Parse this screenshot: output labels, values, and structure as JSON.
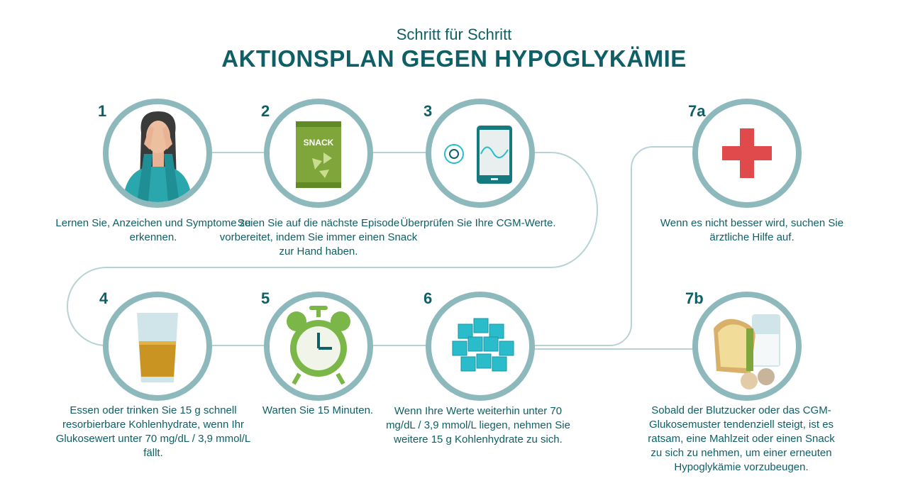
{
  "header": {
    "subtitle": "Schritt für Schritt",
    "title": "AKTIONSPLAN GEGEN HYPOGLYKÄMIE"
  },
  "colors": {
    "ring": "#8db9bc",
    "text": "#0e5f66",
    "snack_green": "#7fa63a",
    "clock_green": "#7ab648",
    "cube_teal": "#2bbccb",
    "cross_red": "#e04a4a",
    "juice": "#c99422"
  },
  "steps": [
    {
      "number": "1",
      "icon": "worried-woman-icon",
      "text": "Lernen Sie, Anzeichen und Symptome zu erkennen."
    },
    {
      "number": "2",
      "icon": "snack-bag-icon",
      "snack_label": "SNACK",
      "text": "Seien Sie auf die nächste Episode vorbereitet, indem Sie immer einen Snack zur Hand haben."
    },
    {
      "number": "3",
      "icon": "cgm-phone-icon",
      "text": "Überprüfen Sie Ihre CGM-Werte."
    },
    {
      "number": "4",
      "icon": "juice-glass-icon",
      "text": "Essen oder trinken Sie 15 g schnell resorbierbare Kohlenhydrate, wenn Ihr Glukosewert unter 70 mg/dL / 3,9 mmol/L fällt."
    },
    {
      "number": "5",
      "icon": "alarm-clock-icon",
      "text": "Warten Sie 15 Minuten."
    },
    {
      "number": "6",
      "icon": "sugar-cubes-icon",
      "text": "Wenn Ihre Werte weiterhin unter 70 mg/dL / 3,9 mmol/L liegen, nehmen Sie weitere 15 g Kohlenhydrate zu sich."
    },
    {
      "number": "7a",
      "icon": "medical-cross-icon",
      "text": "Wenn es nicht besser wird, suchen Sie ärztliche Hilfe auf."
    },
    {
      "number": "7b",
      "icon": "sandwich-milk-icon",
      "text": "Sobald der Blutzucker oder das CGM-Glukosemuster tendenziell steigt, ist es ratsam, eine Mahlzeit oder einen Snack zu sich zu nehmen, um einer erneuten Hypoglykämie vorzubeugen."
    }
  ]
}
